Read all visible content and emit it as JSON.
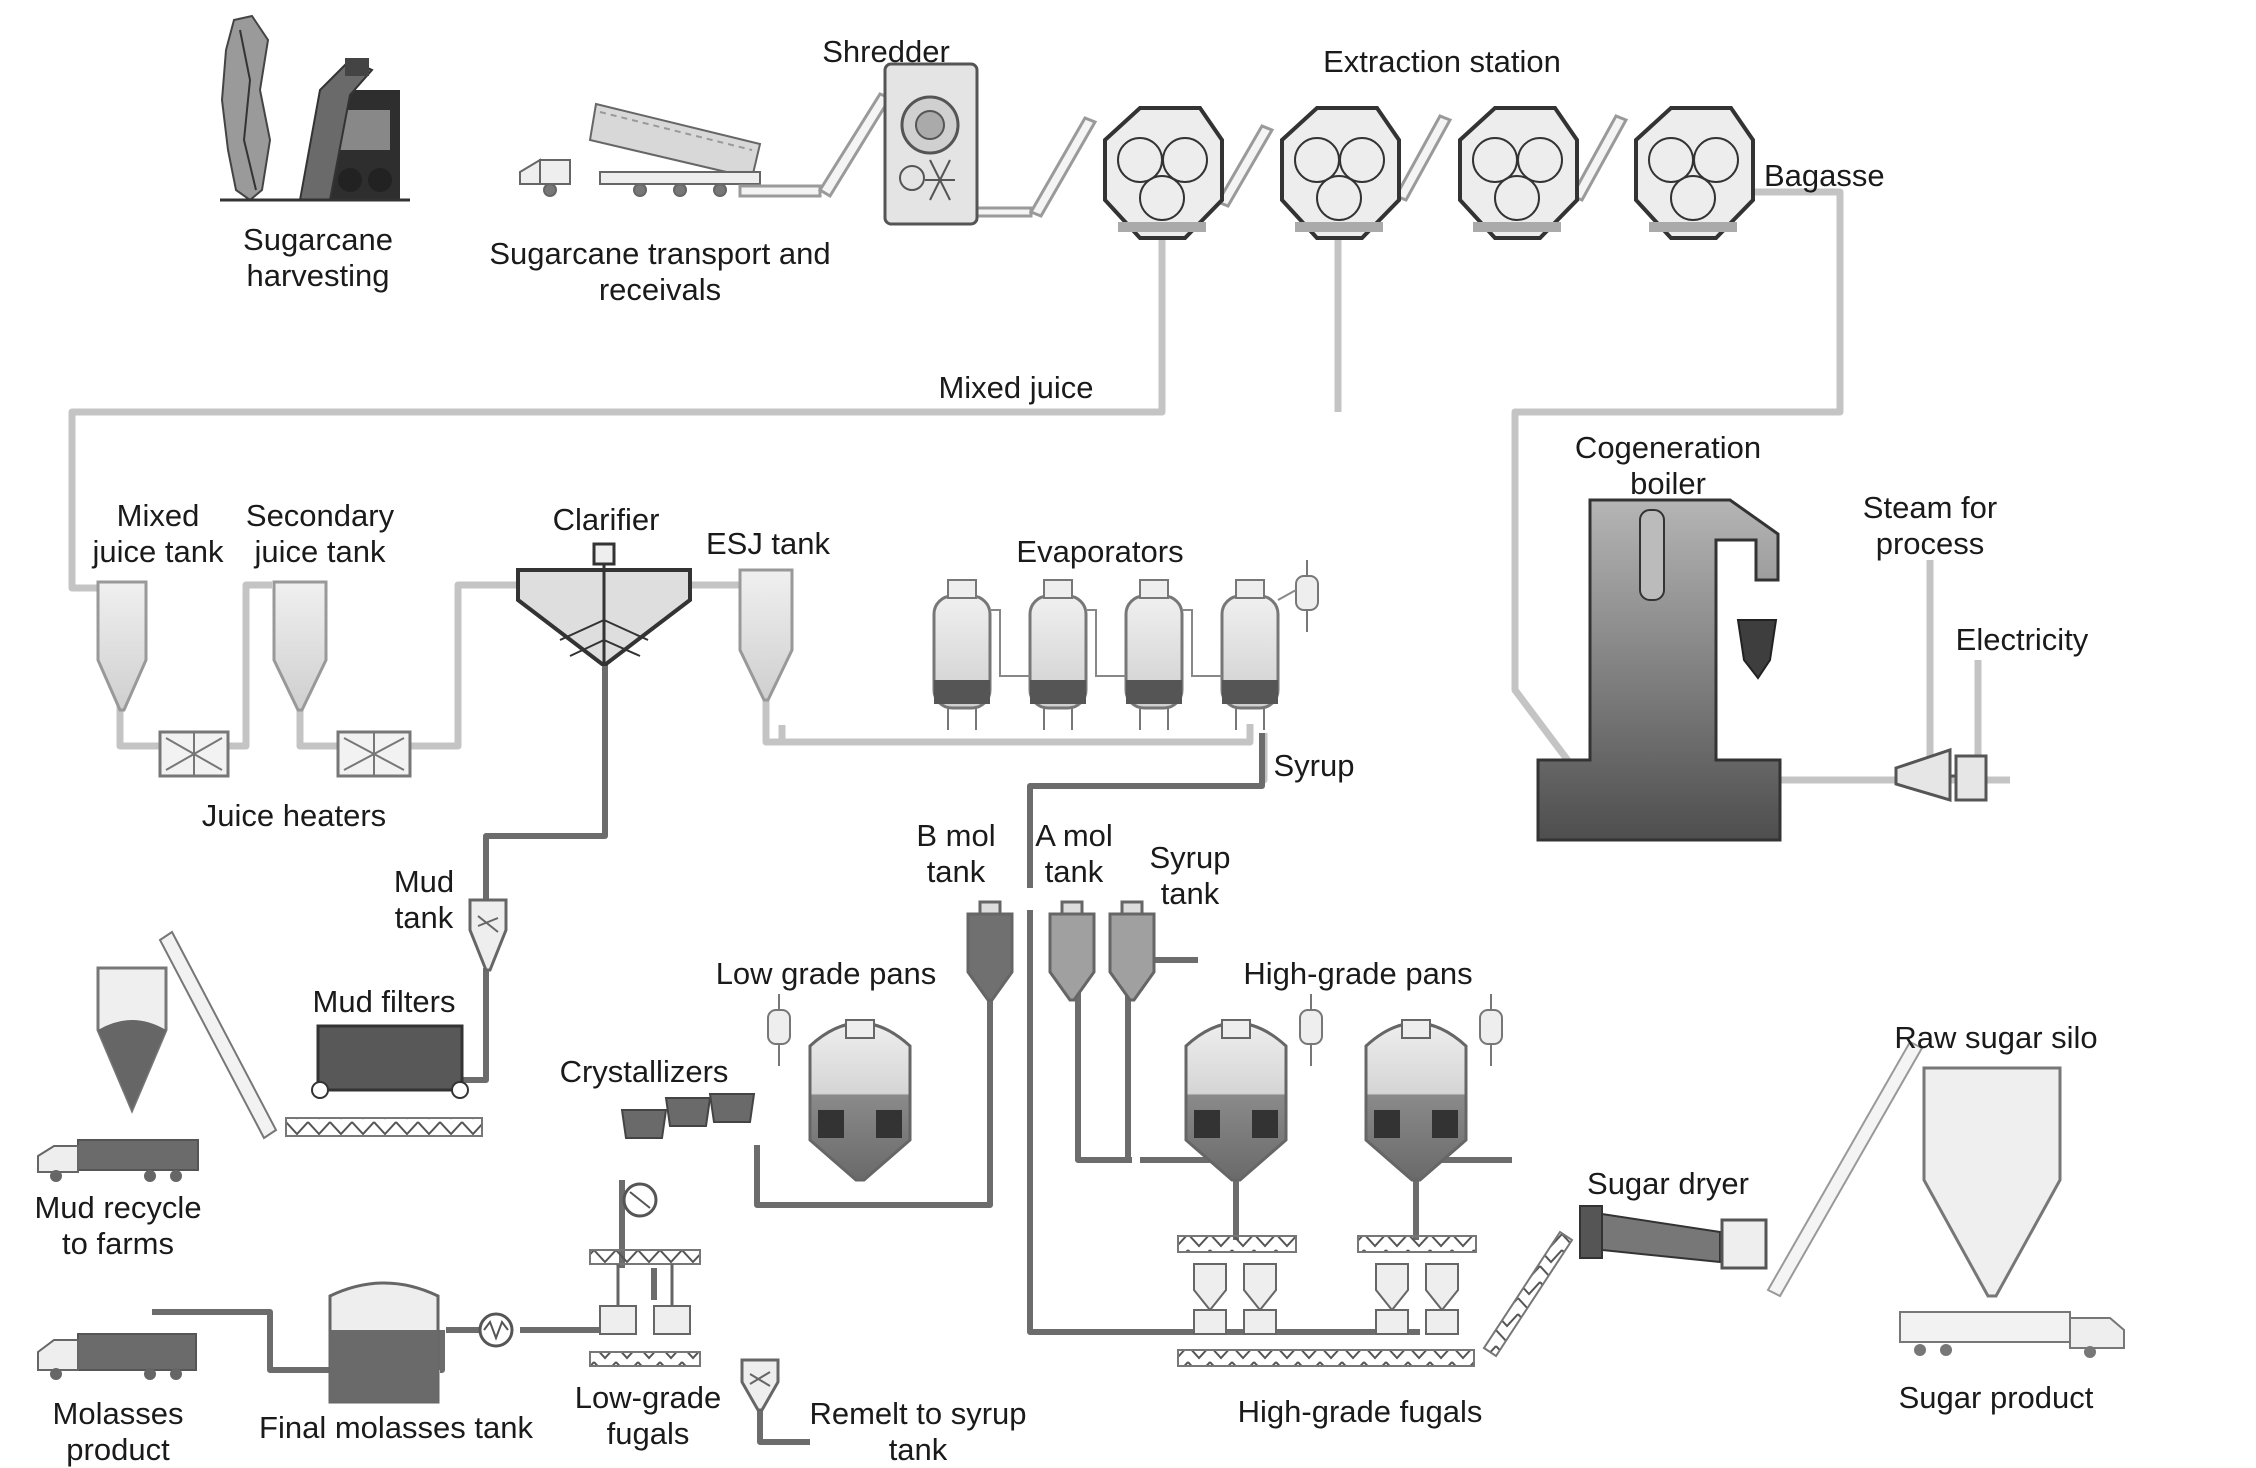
{
  "labels": {
    "sugarcane_harvesting": [
      "Sugarcane",
      "harvesting"
    ],
    "transport": [
      "Sugarcane transport and",
      "receivals"
    ],
    "shredder": "Shredder",
    "extraction_station": "Extraction station",
    "bagasse": "Bagasse",
    "mixed_juice": "Mixed juice",
    "mixed_juice_tank": [
      "Mixed",
      "juice tank"
    ],
    "secondary_juice_tank": [
      "Secondary",
      "juice tank"
    ],
    "clarifier": "Clarifier",
    "esj_tank": "ESJ tank",
    "evaporators": "Evaporators",
    "cogeneration_boiler": [
      "Cogeneration",
      "boiler"
    ],
    "steam_for_process": [
      "Steam for",
      "process"
    ],
    "electricity": "Electricity",
    "juice_heaters": "Juice heaters",
    "syrup": "Syrup",
    "mud_tank": [
      "Mud",
      "tank"
    ],
    "b_mol_tank": [
      "B mol",
      "tank"
    ],
    "a_mol_tank": [
      "A mol",
      "tank"
    ],
    "syrup_tank": [
      "Syrup",
      "tank"
    ],
    "mud_filters": "Mud filters",
    "low_grade_pans": "Low grade pans",
    "high_grade_pans": "High-grade pans",
    "raw_sugar_silo": "Raw sugar silo",
    "crystallizers": "Crystallizers",
    "mud_recycle": [
      "Mud recycle",
      "to farms"
    ],
    "sugar_dryer": "Sugar dryer",
    "molasses_product": [
      "Molasses",
      "product"
    ],
    "final_molasses_tank": "Final molasses tank",
    "low_grade_fugals": [
      "Low-grade",
      "fugals"
    ],
    "remelt": [
      "Remelt to syrup",
      "tank"
    ],
    "high_grade_fugals": "High-grade fugals",
    "sugar_product": "Sugar product"
  },
  "colors": {
    "pipe_light": "#c8c8c8",
    "pipe_dark": "#6e6e6e",
    "equipment_fill": "#e9e9e9",
    "equipment_stroke": "#4a4a4a",
    "dark_fill": "#5a5a5a"
  }
}
